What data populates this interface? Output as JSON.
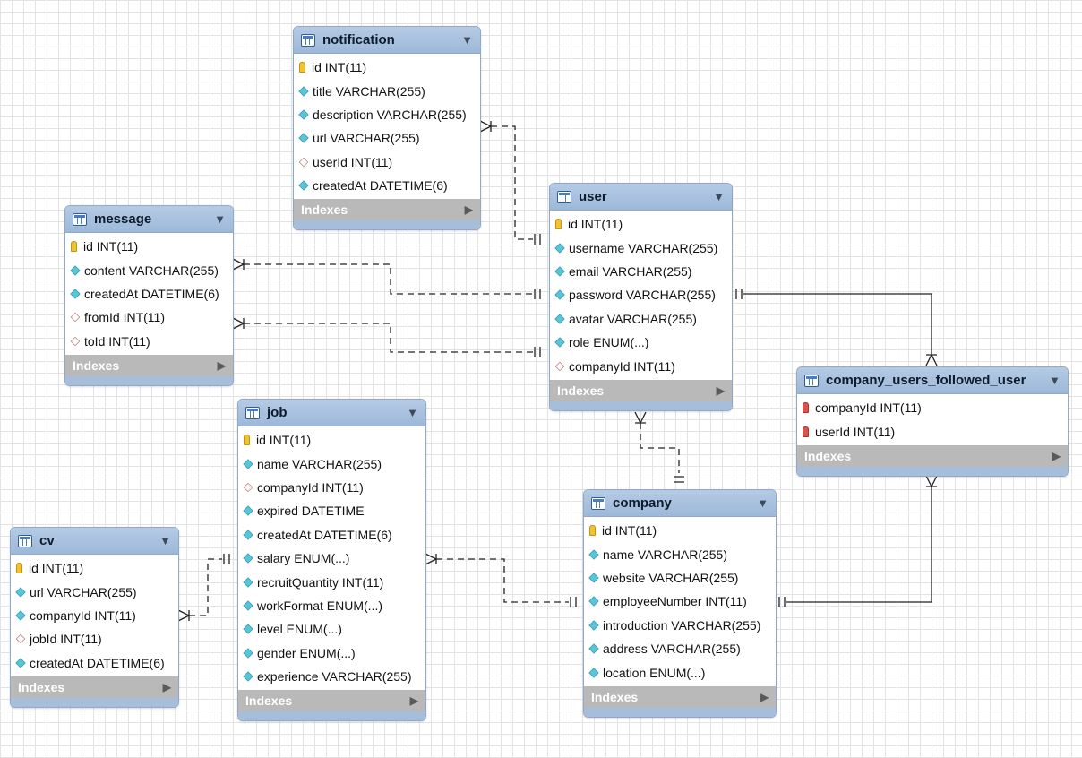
{
  "diagram": {
    "tables": [
      {
        "id": "notification",
        "name": "notification",
        "toggle": "▼",
        "indexes_label": "Indexes",
        "indexes_arrow": "▶",
        "columns": [
          {
            "kind": "pk",
            "text": "id INT(11)"
          },
          {
            "kind": "col",
            "text": "title VARCHAR(255)"
          },
          {
            "kind": "col",
            "text": "description VARCHAR(255)"
          },
          {
            "kind": "col",
            "text": "url VARCHAR(255)"
          },
          {
            "kind": "fk",
            "text": "userId INT(11)"
          },
          {
            "kind": "col",
            "text": "createdAt DATETIME(6)"
          }
        ]
      },
      {
        "id": "message",
        "name": "message",
        "toggle": "▼",
        "indexes_label": "Indexes",
        "indexes_arrow": "▶",
        "columns": [
          {
            "kind": "pk",
            "text": "id INT(11)"
          },
          {
            "kind": "col",
            "text": "content VARCHAR(255)"
          },
          {
            "kind": "col",
            "text": "createdAt DATETIME(6)"
          },
          {
            "kind": "fk",
            "text": "fromId INT(11)"
          },
          {
            "kind": "fk",
            "text": "toId INT(11)"
          }
        ]
      },
      {
        "id": "user",
        "name": "user",
        "toggle": "▼",
        "indexes_label": "Indexes",
        "indexes_arrow": "▶",
        "columns": [
          {
            "kind": "pk",
            "text": "id INT(11)"
          },
          {
            "kind": "col",
            "text": "username VARCHAR(255)"
          },
          {
            "kind": "col",
            "text": "email VARCHAR(255)"
          },
          {
            "kind": "col",
            "text": "password VARCHAR(255)"
          },
          {
            "kind": "col",
            "text": "avatar VARCHAR(255)"
          },
          {
            "kind": "col",
            "text": "role ENUM(...)"
          },
          {
            "kind": "fk",
            "text": "companyId INT(11)"
          }
        ]
      },
      {
        "id": "cufu",
        "name": "company_users_followed_user",
        "toggle": "▼",
        "indexes_label": "Indexes",
        "indexes_arrow": "▶",
        "columns": [
          {
            "kind": "pkfk",
            "text": "companyId INT(11)"
          },
          {
            "kind": "pkfk",
            "text": "userId INT(11)"
          }
        ]
      },
      {
        "id": "job",
        "name": "job",
        "toggle": "▼",
        "indexes_label": "Indexes",
        "indexes_arrow": "▶",
        "columns": [
          {
            "kind": "pk",
            "text": "id INT(11)"
          },
          {
            "kind": "col",
            "text": "name VARCHAR(255)"
          },
          {
            "kind": "fk",
            "text": "companyId INT(11)"
          },
          {
            "kind": "col",
            "text": "expired DATETIME"
          },
          {
            "kind": "col",
            "text": "createdAt DATETIME(6)"
          },
          {
            "kind": "col",
            "text": "salary ENUM(...)"
          },
          {
            "kind": "col",
            "text": "recruitQuantity INT(11)"
          },
          {
            "kind": "col",
            "text": "workFormat ENUM(...)"
          },
          {
            "kind": "col",
            "text": "level ENUM(...)"
          },
          {
            "kind": "col",
            "text": "gender ENUM(...)"
          },
          {
            "kind": "col",
            "text": "experience VARCHAR(255)"
          }
        ]
      },
      {
        "id": "cv",
        "name": "cv",
        "toggle": "▼",
        "indexes_label": "Indexes",
        "indexes_arrow": "▶",
        "columns": [
          {
            "kind": "pk",
            "text": "id INT(11)"
          },
          {
            "kind": "col",
            "text": "url VARCHAR(255)"
          },
          {
            "kind": "col",
            "text": "companyId INT(11)"
          },
          {
            "kind": "fk",
            "text": "jobId INT(11)"
          },
          {
            "kind": "col",
            "text": "createdAt DATETIME(6)"
          }
        ]
      },
      {
        "id": "company",
        "name": "company",
        "toggle": "▼",
        "indexes_label": "Indexes",
        "indexes_arrow": "▶",
        "columns": [
          {
            "kind": "pk",
            "text": "id INT(11)"
          },
          {
            "kind": "col",
            "text": "name VARCHAR(255)"
          },
          {
            "kind": "col",
            "text": "website VARCHAR(255)"
          },
          {
            "kind": "col",
            "text": "employeeNumber INT(11)"
          },
          {
            "kind": "col",
            "text": "introduction VARCHAR(255)"
          },
          {
            "kind": "col",
            "text": "address VARCHAR(255)"
          },
          {
            "kind": "col",
            "text": "location ENUM(...)"
          }
        ]
      }
    ],
    "relationships": [
      {
        "from": "notification",
        "to": "user",
        "style": "dashed"
      },
      {
        "from": "message",
        "to": "user",
        "style": "dashed",
        "via": "fromId"
      },
      {
        "from": "message",
        "to": "user",
        "style": "dashed",
        "via": "toId"
      },
      {
        "from": "user",
        "to": "company",
        "style": "dashed"
      },
      {
        "from": "user",
        "to": "company_users_followed_user",
        "style": "solid"
      },
      {
        "from": "company",
        "to": "company_users_followed_user",
        "style": "solid"
      },
      {
        "from": "job",
        "to": "company",
        "style": "dashed"
      },
      {
        "from": "cv",
        "to": "job",
        "style": "dashed"
      }
    ]
  }
}
